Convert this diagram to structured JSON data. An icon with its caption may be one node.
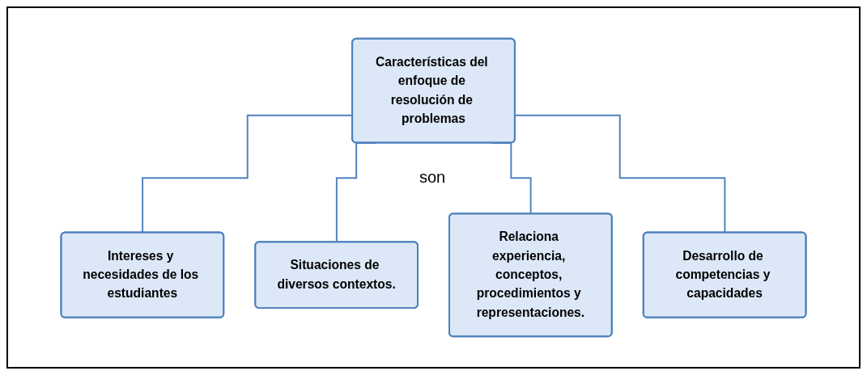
{
  "diagram": {
    "nodes": [
      {
        "text": [
          "Características del enfoque de resolución de problemas"
        ]
      },
      {
        "text": [
          "Intereses y necesidades de los estudiantes"
        ]
      },
      {
        "text": [
          "Situaciones de diversos contextos."
        ]
      },
      {
        "text": [
          "Relaciona experiencia, conceptos, procedimientos y representaciones."
        ]
      },
      {
        "text": [
          "Desarrollo de competencias y capacidades"
        ]
      }
    ],
    "edges": [
      {
        "from": 0,
        "to": 1,
        "arrow": "none"
      },
      {
        "from": 0,
        "to": 2,
        "arrow": "none"
      },
      {
        "from": 0,
        "to": 3,
        "arrow": "none"
      },
      {
        "from": 0,
        "to": 4,
        "arrow": "none"
      }
    ],
    "labels": [
      "son"
    ]
  }
}
